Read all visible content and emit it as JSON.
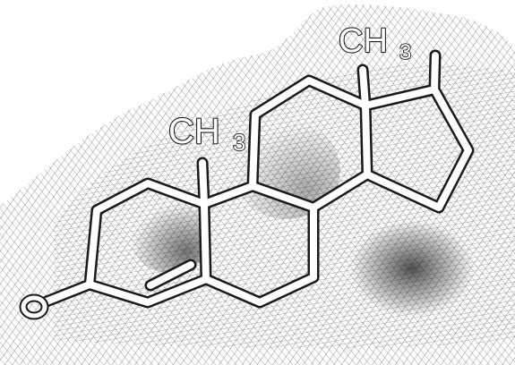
{
  "diagram": {
    "type": "skeletal-structural-formula",
    "style": "white bonds drawn over dense pencil cross-hatching",
    "colors": {
      "background": "#ffffff",
      "hatching": "#2a2a2a",
      "bond": "#ffffff",
      "bond_outline": "#1a1a1a"
    },
    "labels": {
      "methyl_top": {
        "main": "CH",
        "sub": "3"
      },
      "methyl_middle": {
        "main": "CH",
        "sub": "3"
      },
      "oxygen": "O"
    }
  }
}
